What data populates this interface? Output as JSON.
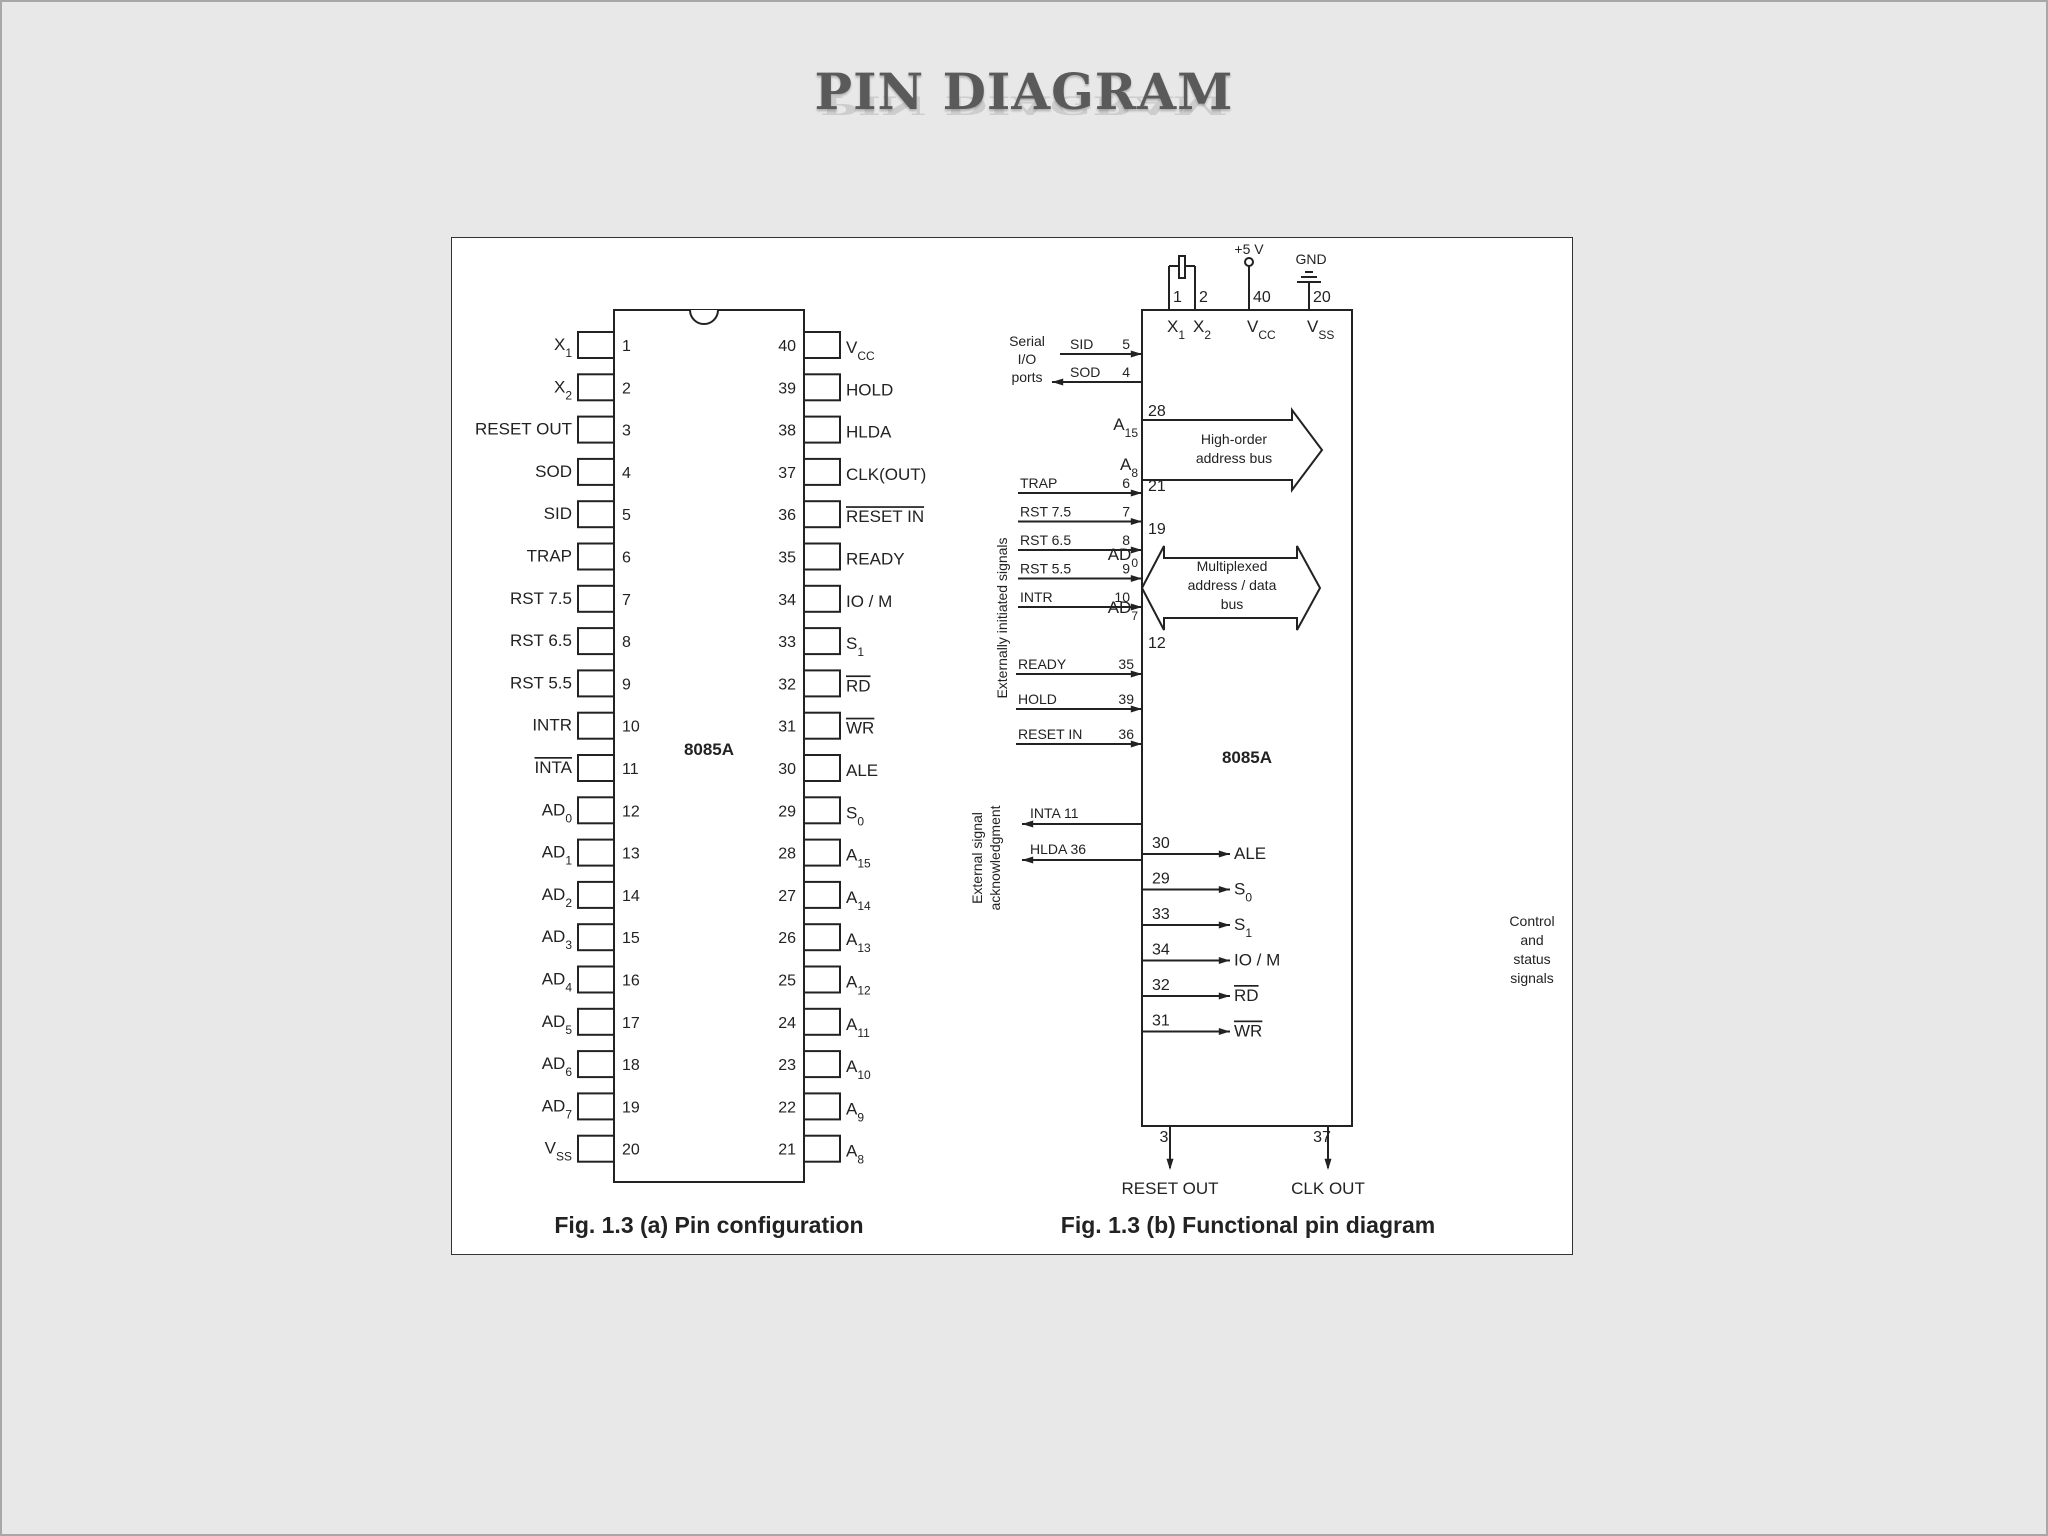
{
  "title": "PIN DIAGRAM",
  "left": {
    "chip_label": "8085A",
    "caption": "Fig. 1.3 (a) Pin configuration",
    "left_pins": [
      {
        "num": "1",
        "label": "X",
        "sub": "1",
        "overbar": false
      },
      {
        "num": "2",
        "label": "X",
        "sub": "2",
        "overbar": false
      },
      {
        "num": "3",
        "label": "RESET OUT",
        "sub": "",
        "overbar": false
      },
      {
        "num": "4",
        "label": "SOD",
        "sub": "",
        "overbar": false
      },
      {
        "num": "5",
        "label": "SID",
        "sub": "",
        "overbar": false
      },
      {
        "num": "6",
        "label": "TRAP",
        "sub": "",
        "overbar": false
      },
      {
        "num": "7",
        "label": "RST 7.5",
        "sub": "",
        "overbar": false
      },
      {
        "num": "8",
        "label": "RST 6.5",
        "sub": "",
        "overbar": false
      },
      {
        "num": "9",
        "label": "RST 5.5",
        "sub": "",
        "overbar": false
      },
      {
        "num": "10",
        "label": "INTR",
        "sub": "",
        "overbar": false
      },
      {
        "num": "11",
        "label": "INTA",
        "sub": "",
        "overbar": true
      },
      {
        "num": "12",
        "label": "AD",
        "sub": "0",
        "overbar": false
      },
      {
        "num": "13",
        "label": "AD",
        "sub": "1",
        "overbar": false
      },
      {
        "num": "14",
        "label": "AD",
        "sub": "2",
        "overbar": false
      },
      {
        "num": "15",
        "label": "AD",
        "sub": "3",
        "overbar": false
      },
      {
        "num": "16",
        "label": "AD",
        "sub": "4",
        "overbar": false
      },
      {
        "num": "17",
        "label": "AD",
        "sub": "5",
        "overbar": false
      },
      {
        "num": "18",
        "label": "AD",
        "sub": "6",
        "overbar": false
      },
      {
        "num": "19",
        "label": "AD",
        "sub": "7",
        "overbar": false
      },
      {
        "num": "20",
        "label": "V",
        "sub": "SS",
        "overbar": false
      }
    ],
    "right_pins": [
      {
        "num": "40",
        "label": "V",
        "sub": "CC",
        "overbar": false
      },
      {
        "num": "39",
        "label": "HOLD",
        "sub": "",
        "overbar": false
      },
      {
        "num": "38",
        "label": "HLDA",
        "sub": "",
        "overbar": false
      },
      {
        "num": "37",
        "label": "CLK(OUT)",
        "sub": "",
        "overbar": false
      },
      {
        "num": "36",
        "label": "RESET IN",
        "sub": "",
        "overbar": true
      },
      {
        "num": "35",
        "label": "READY",
        "sub": "",
        "overbar": false
      },
      {
        "num": "34",
        "label": "IO / M",
        "sub": "",
        "overbar": false
      },
      {
        "num": "33",
        "label": "S",
        "sub": "1",
        "overbar": false
      },
      {
        "num": "32",
        "label": "RD",
        "sub": "",
        "overbar": true
      },
      {
        "num": "31",
        "label": "WR",
        "sub": "",
        "overbar": true
      },
      {
        "num": "30",
        "label": "ALE",
        "sub": "",
        "overbar": false
      },
      {
        "num": "29",
        "label": "S",
        "sub": "0",
        "overbar": false
      },
      {
        "num": "28",
        "label": "A",
        "sub": "15",
        "overbar": false
      },
      {
        "num": "27",
        "label": "A",
        "sub": "14",
        "overbar": false
      },
      {
        "num": "26",
        "label": "A",
        "sub": "13",
        "overbar": false
      },
      {
        "num": "25",
        "label": "A",
        "sub": "12",
        "overbar": false
      },
      {
        "num": "24",
        "label": "A",
        "sub": "11",
        "overbar": false
      },
      {
        "num": "23",
        "label": "A",
        "sub": "10",
        "overbar": false
      },
      {
        "num": "22",
        "label": "A",
        "sub": "9",
        "overbar": false
      },
      {
        "num": "21",
        "label": "A",
        "sub": "8",
        "overbar": false
      }
    ]
  },
  "right": {
    "chip_label": "8085A",
    "caption": "Fig. 1.3 (b) Functional pin diagram",
    "top_pins": [
      {
        "num": "1",
        "label": "X",
        "sub": "1"
      },
      {
        "num": "2",
        "label": "X",
        "sub": "2"
      },
      {
        "num": "40",
        "label": "V",
        "sub": "CC"
      },
      {
        "num": "20",
        "label": "V",
        "sub": "SS"
      }
    ],
    "plus5v": "+5 V",
    "gnd": "GND",
    "serial_group": [
      "Serial",
      "I/O",
      "ports"
    ],
    "serial_pins": [
      {
        "label": "SID",
        "num": "5",
        "dir": "in"
      },
      {
        "label": "SOD",
        "num": "4",
        "dir": "out"
      }
    ],
    "ext_init_label": "Externally initiated signals",
    "ext_init_pins": [
      {
        "label": "TRAP",
        "num": "6"
      },
      {
        "label": "RST 7.5",
        "num": "7"
      },
      {
        "label": "RST 6.5",
        "num": "8"
      },
      {
        "label": "RST 5.5",
        "num": "9"
      },
      {
        "label": "INTR",
        "num": "10"
      }
    ],
    "ext_init_pins2": [
      {
        "label": "READY",
        "num": "35"
      },
      {
        "label": "HOLD",
        "num": "39"
      },
      {
        "label": "RESET IN",
        "num": "36"
      }
    ],
    "ack_label": [
      "External signal",
      "acknowledgment"
    ],
    "ack_pins": [
      {
        "label": "INTA",
        "num": "11"
      },
      {
        "label": "HLDA",
        "num": "36"
      }
    ],
    "addr_high": {
      "top": "A",
      "top_sub": "15",
      "bottom": "A",
      "bottom_sub": "8",
      "pin_top": "28",
      "pin_bottom": "21",
      "text": [
        "High-order",
        "address bus"
      ]
    },
    "addr_mux": {
      "top": "AD",
      "top_sub": "0",
      "bottom": "AD",
      "bottom_sub": "7",
      "pin_top": "19",
      "pin_bottom": "12",
      "text": [
        "Multiplexed",
        "address / data",
        "bus"
      ]
    },
    "control_pins": [
      {
        "num": "30",
        "label": "ALE",
        "sub": "",
        "overbar": false
      },
      {
        "num": "29",
        "label": "S",
        "sub": "0",
        "overbar": false
      },
      {
        "num": "33",
        "label": "S",
        "sub": "1",
        "overbar": false
      },
      {
        "num": "34",
        "label": "IO / M",
        "sub": "",
        "overbar": false
      },
      {
        "num": "32",
        "label": "RD",
        "sub": "",
        "overbar": true
      },
      {
        "num": "31",
        "label": "WR",
        "sub": "",
        "overbar": true
      }
    ],
    "control_label": [
      "Control",
      "and",
      "status",
      "signals"
    ],
    "bottom_pins": [
      {
        "num": "3",
        "label": "RESET OUT"
      },
      {
        "num": "37",
        "label": "CLK OUT"
      }
    ]
  }
}
